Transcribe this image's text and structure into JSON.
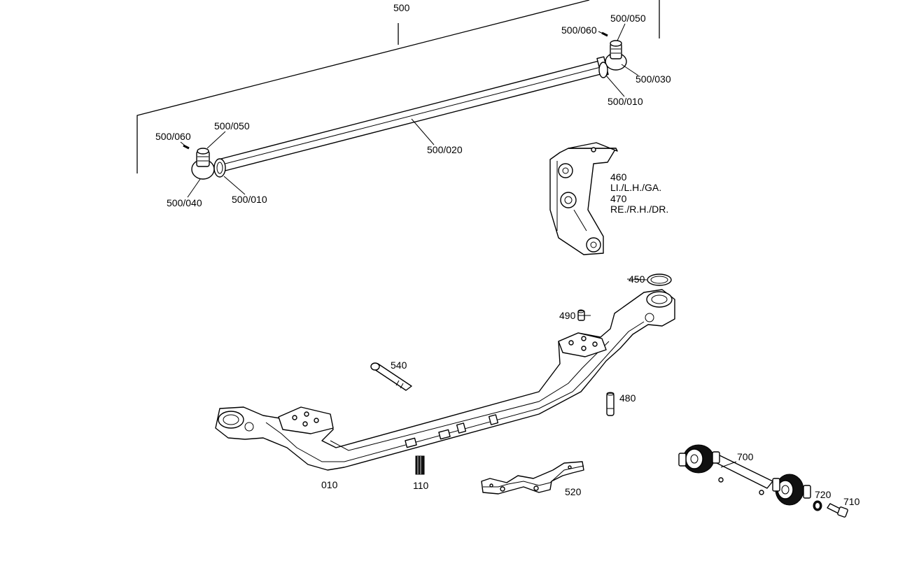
{
  "labels": {
    "p500": "500",
    "p500_050_r": "500/050",
    "p500_060_r": "500/060",
    "p500_030": "500/030",
    "p500_010_r": "500/010",
    "p500_020": "500/020",
    "p500_060_l": "500/060",
    "p500_050_l": "500/050",
    "p500_040": "500/040",
    "p500_010_l": "500/010",
    "p460": "460",
    "p460_desc": "LI./L.H./GA.",
    "p470": "470",
    "p470_desc": "RE./R.H./DR.",
    "p450": "450",
    "p490": "490",
    "p540": "540",
    "p480": "480",
    "p010": "010",
    "p110": "110",
    "p520": "520",
    "p700": "700",
    "p720": "720",
    "p710": "710"
  }
}
